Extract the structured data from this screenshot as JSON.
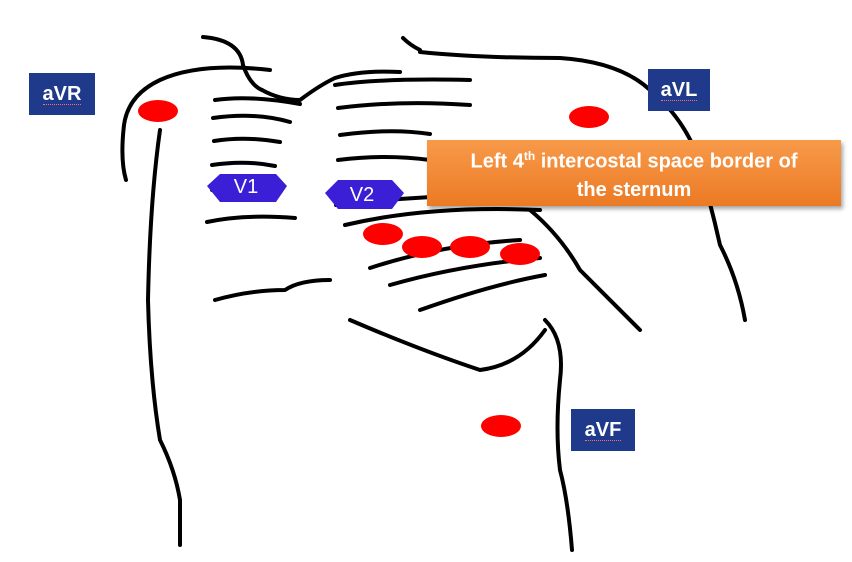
{
  "labels": {
    "avr": "aVR",
    "avl": "aVL",
    "avf": "aVF",
    "v1": "V1",
    "v2": "V2"
  },
  "callout": {
    "pre": "Left 4",
    "sup": "th",
    "post": " intercostal space border of",
    "line2": "the sternum"
  },
  "colors": {
    "electrode": "#ff0000",
    "lead_label_bg": "#1f3a8a",
    "chest_lead": "#3b1fd6",
    "callout": "#ee7d2b",
    "outline": "#000000"
  }
}
